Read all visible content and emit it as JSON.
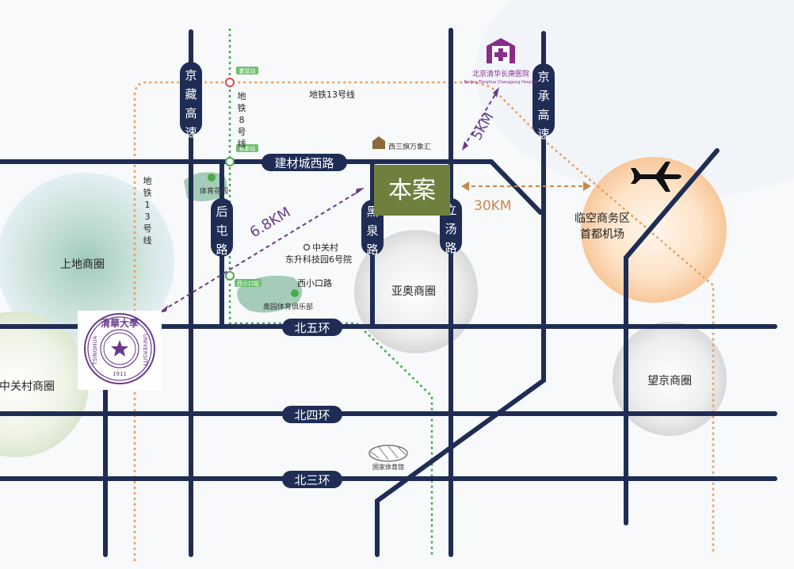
{
  "roads": {
    "beiwuhuan": "北五环",
    "beisihuan": "北四环",
    "beisanhuan": "北三环",
    "jiancaicheng": "建材城西路",
    "houtun": "后屯路",
    "heiquan": "黑泉路",
    "litang": "立汤路",
    "jingzang": "京藏高速",
    "jingcheng": "京承高速",
    "xixiaokou": "西小口路"
  },
  "metro": {
    "line13_top": "地铁13号线",
    "line13_left": "地铁13号线",
    "line8": "地铁8号线",
    "station_huoying": "霍营站",
    "station_yuxin": "育新站",
    "station_xixiaokou": "西小口站"
  },
  "areas": {
    "shangdi": "上地商圈",
    "zhongguancun": "中关村商圈",
    "yaao": "亚奥商圈",
    "wangjing": "望京商圈",
    "airport_line1": "临空商务区",
    "airport_line2": "首都机场"
  },
  "poi": {
    "project": "本案",
    "xisanqi": "西三旗万象汇",
    "tiyu_garden": "体育花园",
    "zgc_line1": "中关村",
    "zgc_line2": "东升科技园6号院",
    "aoguo": "奥园体育俱乐部",
    "stadium": "国家体育馆",
    "hospital_cn": "北京清华长庚医院",
    "hospital_en": "Beijing Tsinghua Changgung Hospital",
    "tsinghua_top": "清華大學",
    "tsinghua_left": "TSINGHUA",
    "tsinghua_right": "UNIVERSITY",
    "tsinghua_year": "1911"
  },
  "distances": {
    "tsinghua": "6.8KM",
    "hospital": "5KM",
    "airport": "30KM"
  },
  "colors": {
    "road": "#1f2d55",
    "metro13": "#e8a060",
    "metro8": "#4aaa4a",
    "project": "#6f7f3e",
    "purple": "#6a3c8c",
    "orange_dash": "#c9884a",
    "road_label_bg": "#1f2d55"
  }
}
